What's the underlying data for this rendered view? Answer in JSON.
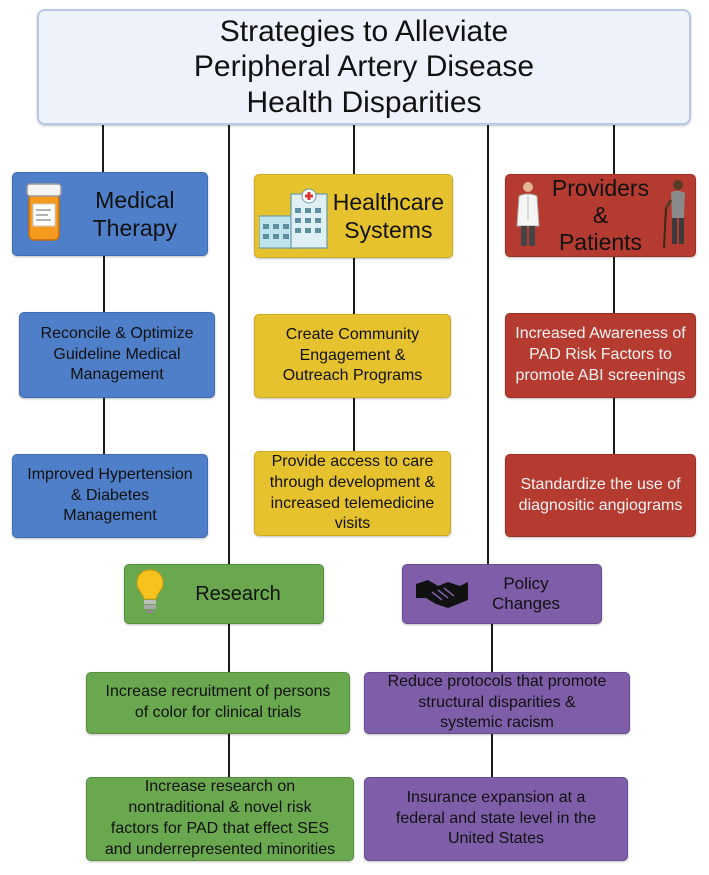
{
  "title": "Strategies to Alleviate\nPeripheral Artery Disease\nHealth Disparities",
  "columns": [
    {
      "id": "medical-therapy",
      "category": "Medical\nTherapy",
      "color": "#4f7fc8",
      "icon": "pill-bottle-icon",
      "items": [
        "Reconcile & Optimize\nGuideline Medical\nManagement",
        "Improved Hypertension\n& Diabetes\nManagement"
      ]
    },
    {
      "id": "healthcare-systems",
      "category": "Healthcare\nSystems",
      "color": "#e6c22e",
      "icon": "hospital-building-icon",
      "items": [
        "Create Community\nEngagement &\nOutreach Programs",
        "Provide access to care\nthrough development &\nincreased telemedicine\nvisits"
      ]
    },
    {
      "id": "providers-patients",
      "category": "Providers\n&\nPatients",
      "color": "#b53b30",
      "icon": "doctor-and-patient-icon",
      "items": [
        "Increased Awareness of\nPAD Risk Factors to\npromote ABI screenings",
        "Standardize the use of\ndiagnositic angiograms"
      ]
    },
    {
      "id": "research",
      "category": "Research",
      "color": "#6aa84f",
      "icon": "lightbulb-icon",
      "items": [
        "Increase recruitment of persons\nof color for clinical trials",
        "Increase research on\nnontraditional & novel risk\nfactors for PAD that effect SES\nand underrepresented minorities"
      ]
    },
    {
      "id": "policy-changes",
      "category": "Policy\nChanges",
      "color": "#7e5ea8",
      "icon": "handshake-icon",
      "items": [
        "Reduce protocols that promote\nstructural disparities &\nsystemic racism",
        "Insurance expansion at a\nfederal and state level in the\nUnited States"
      ]
    }
  ]
}
